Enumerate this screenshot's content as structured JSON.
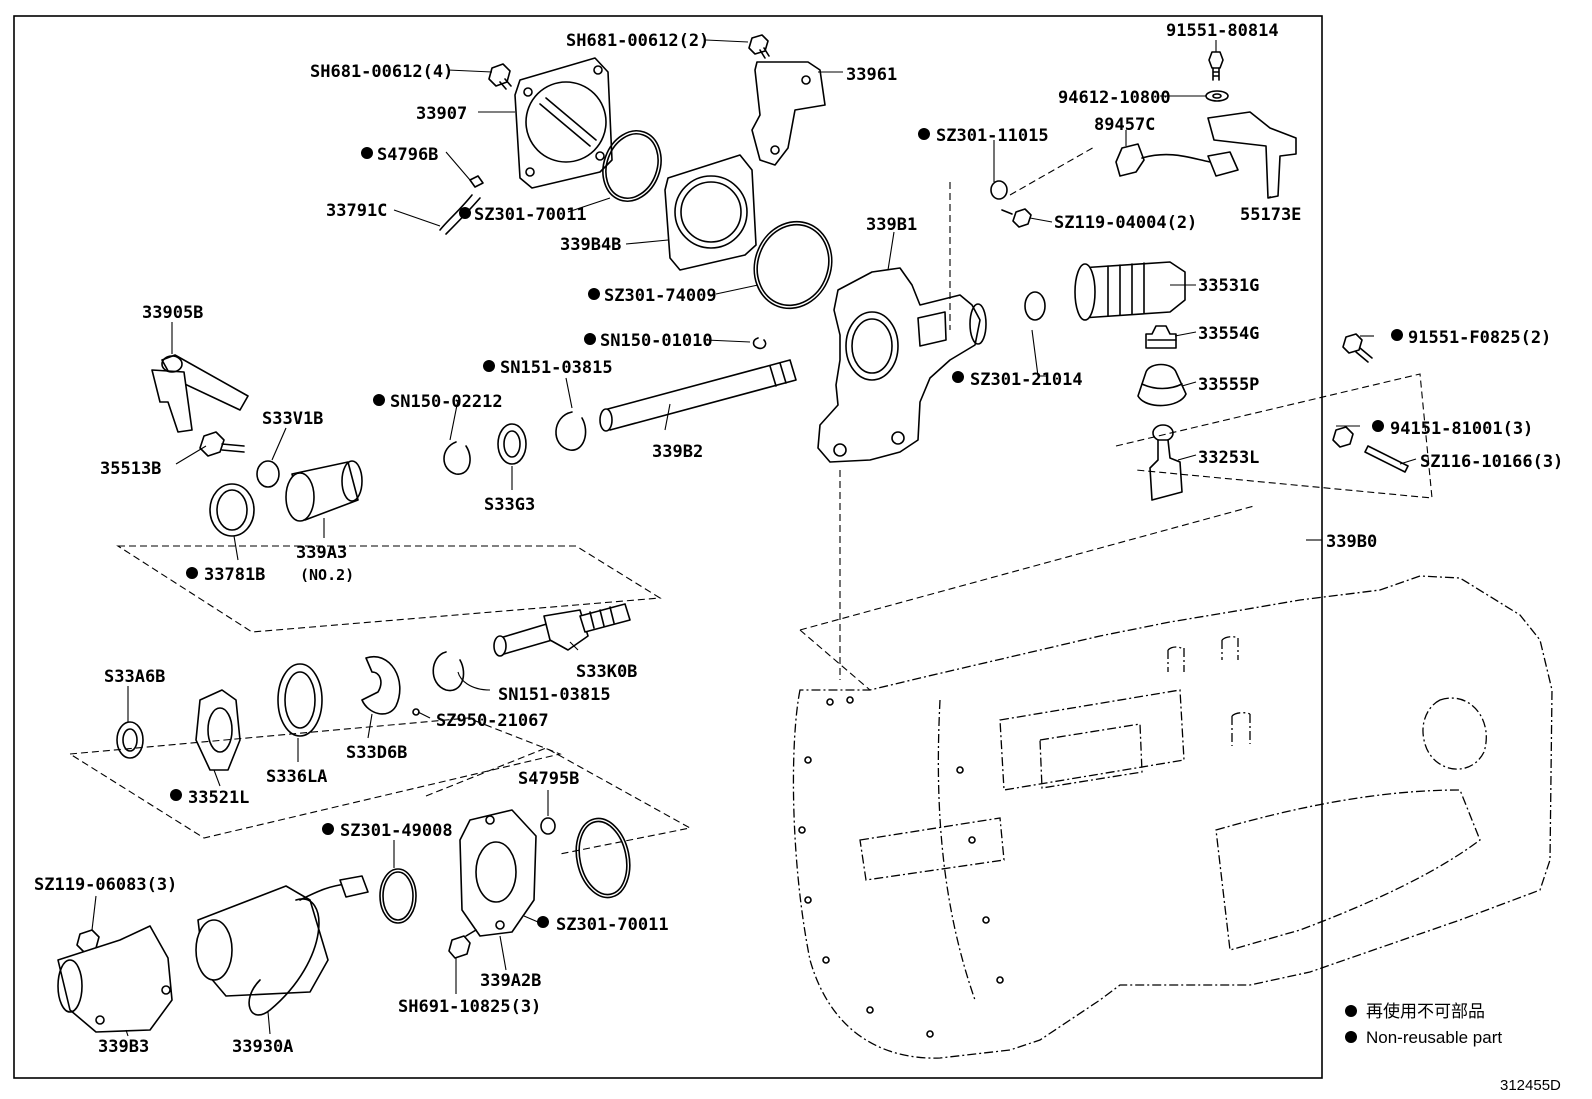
{
  "labels": {
    "sh681_00612_2": "SH681-00612(2)",
    "sh681_00612_4": "SH681-00612(4)",
    "p33961": "33961",
    "p33907": "33907",
    "s4796b": "S4796B",
    "p33791c": "33791C",
    "sz301_70011_top": "SZ301-70011",
    "p339b4b": "339B4B",
    "sz301_74009": "SZ301-74009",
    "p91551_80814": "91551-80814",
    "p94612_10800": "94612-10800",
    "p89457c": "89457C",
    "sz301_11015": "SZ301-11015",
    "sz119_04004": "SZ119-04004(2)",
    "p55173e": "55173E",
    "p339b1": "339B1",
    "p33531g": "33531G",
    "p33554g": "33554G",
    "p33555p": "33555P",
    "p33253l": "33253L",
    "sz301_21014": "SZ301-21014",
    "p91551_f0825": "91551-F0825(2)",
    "p94151_81001": "94151-81001(3)",
    "sz116_10166": "SZ116-10166(3)",
    "p339b0": "339B0",
    "p33905b": "33905B",
    "sn150_01010": "SN150-01010",
    "sn151_03815_top": "SN151-03815",
    "sn150_02212": "SN150-02212",
    "s33v1b": "S33V1B",
    "p35513b": "35513B",
    "p339b2": "339B2",
    "s33g3": "S33G3",
    "p33781b": "33781B",
    "p339a3": "339A3",
    "no2": "(NO.2)",
    "s33k0b": "S33K0B",
    "sn151_03815_mid": "SN151-03815",
    "sz950_21067": "SZ950-21067",
    "s33a6b": "S33A6B",
    "s336la": "S336LA",
    "s33d6b": "S33D6B",
    "p33521l": "33521L",
    "s4795b": "S4795B",
    "sz301_49008": "SZ301-49008",
    "sz301_70011_bot": "SZ301-70011",
    "sz119_06083": "SZ119-06083(3)",
    "p339a2b": "339A2B",
    "sh691_10825": "SH691-10825(3)",
    "p339b3": "339B3",
    "p33930a": "33930A"
  },
  "legend": {
    "jp": "再使用不可部品",
    "en": "Non-reusable part"
  },
  "figure_ref": "312455D"
}
